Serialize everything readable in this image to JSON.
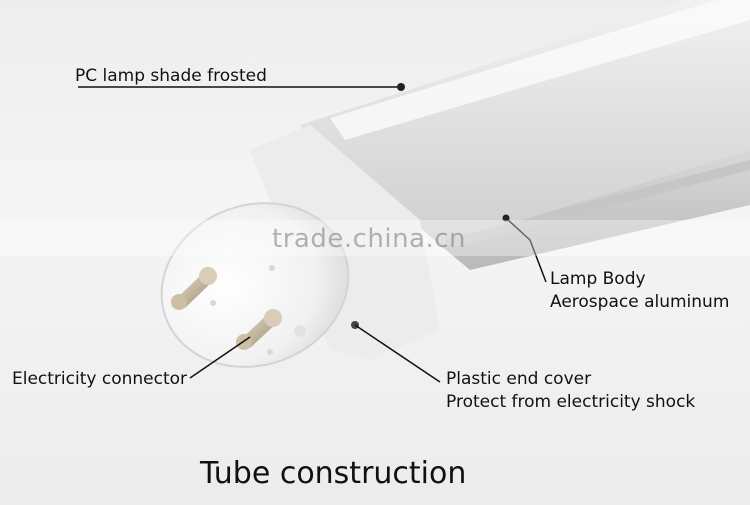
{
  "labels": {
    "shade": "PC lamp shade frosted",
    "body_line1": "Lamp Body",
    "body_line2": "Aerospace aluminum",
    "connector": "Electricity connector",
    "cover_line1": "Plastic end cover",
    "cover_line2": "Protect from electricity shock"
  },
  "title": "Tube construction",
  "watermark": "trade.china.cn",
  "colors": {
    "background": "#f2f2f2",
    "tube_shade": "#dcdcdc",
    "end_cap": "#f7f7f7",
    "pins": "#b9a98f",
    "text": "#111111"
  }
}
